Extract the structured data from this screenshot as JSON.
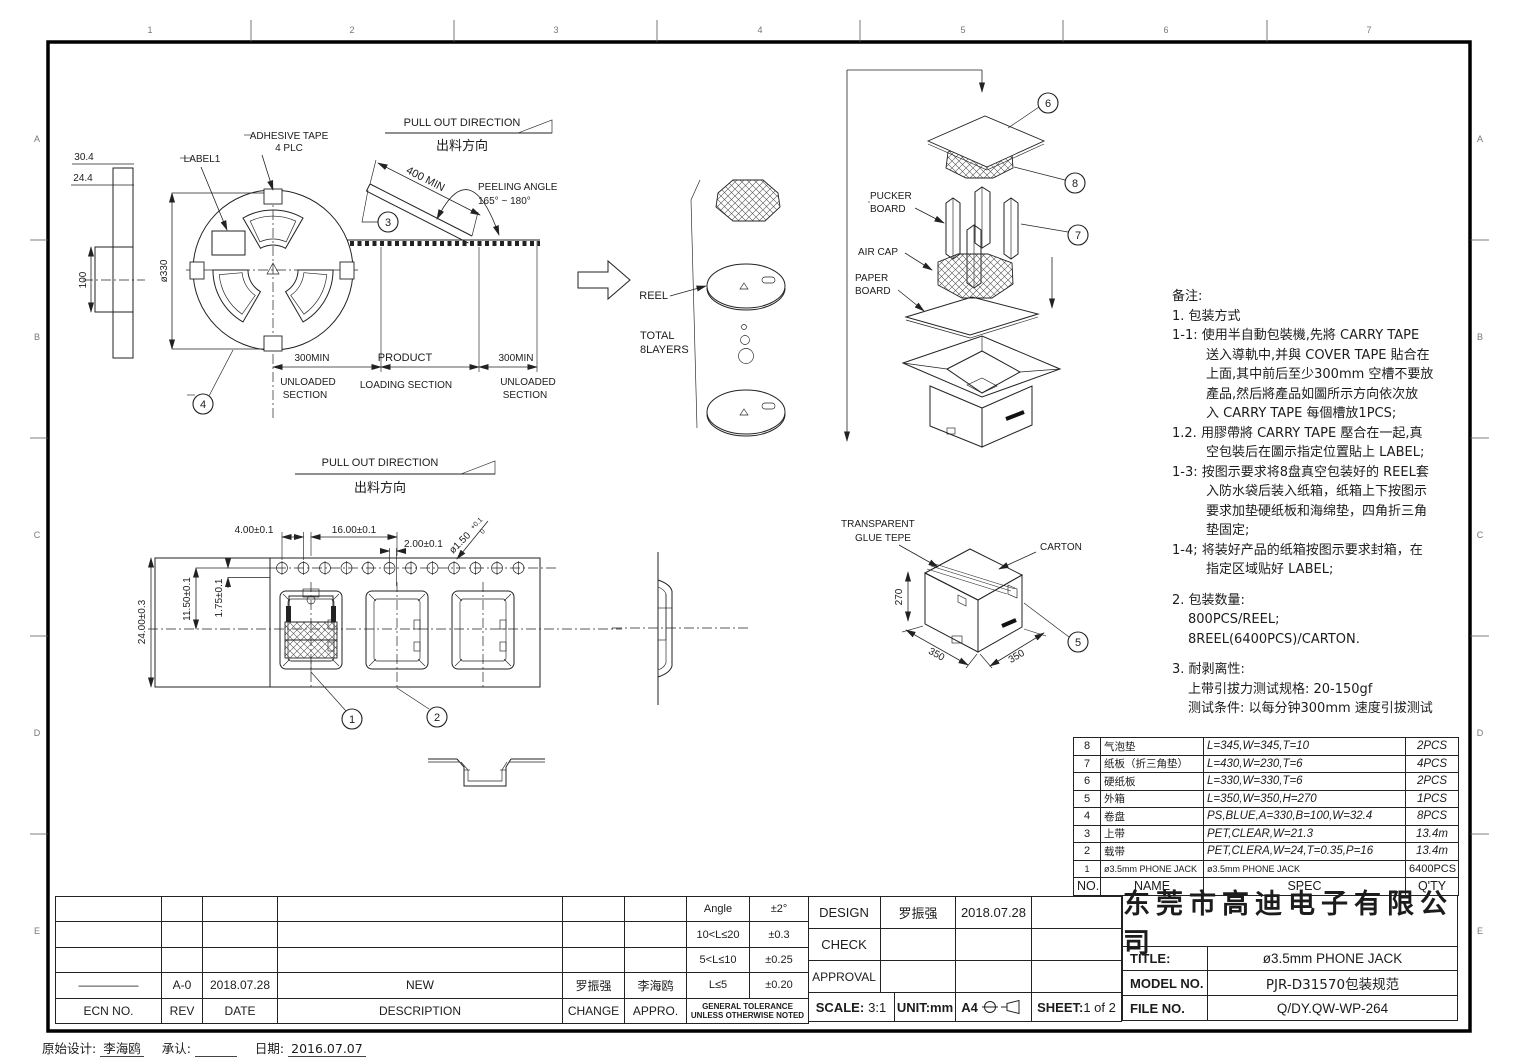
{
  "zones": {
    "top": [
      "1",
      "2",
      "3",
      "4",
      "5",
      "6",
      "7"
    ],
    "side": [
      "A",
      "B",
      "C",
      "D",
      "E"
    ]
  },
  "reel_side": {
    "dim_width_outer": "30.4",
    "dim_width_inner": "24.4",
    "dim_hub": "100"
  },
  "reel_front": {
    "dia": "ø330",
    "label1": "LABEL1",
    "adhesive_l1": "ADHESIVE TAPE",
    "adhesive_l2": "4 PLC"
  },
  "pull_out_top": {
    "en": "PULL OUT DIRECTION",
    "cn": "出料方向"
  },
  "pull_out_mid": {
    "en": "PULL OUT DIRECTION",
    "cn": "出料方向"
  },
  "peel": {
    "dim": "400 MIN",
    "angle_l1": "PEELING ANGLE",
    "angle_l2": "165° ~ 180°"
  },
  "sections": {
    "left_dim": "300MIN",
    "mid_dim": "PRODUCT",
    "right_dim": "300MIN",
    "left_l1": "UNLOADED",
    "left_l2": "SECTION",
    "mid_l": "LOADING SECTION",
    "right_l1": "UNLOADED",
    "right_l2": "SECTION"
  },
  "carrier": {
    "pitch": "4.00±0.1",
    "pocket_pitch": "16.00±0.1",
    "offset": "2.00±0.1",
    "hole_dia": "ø1.50",
    "hole_tol_up": "+0.1",
    "hole_tol_dn": "0",
    "width": "24.00±0.3",
    "center": "11.50±0.1",
    "edge": "1.75±0.1"
  },
  "stack": {
    "reel": "REEL",
    "total_l1": "TOTAL",
    "total_l2": "8LAYERS"
  },
  "exploded": {
    "pucker_l1": "PUCKER",
    "pucker_l2": "BOARD",
    "air_cap": "AIR CAP",
    "paper_l1": "PAPER",
    "paper_l2": "BOARD"
  },
  "carton": {
    "glue_l1": "TRANSPARENT",
    "glue_l2": "GLUE TEPE",
    "carton": "CARTON",
    "height": "270",
    "depth": "350",
    "width": "350"
  },
  "balloons": {
    "b1": "1",
    "b2": "2",
    "b3": "3",
    "b4": "4",
    "b5": "5",
    "b6": "6",
    "b7": "7",
    "b8": "8"
  },
  "notes": {
    "lines": [
      {
        "t": "备注:"
      },
      {
        "t": "1. 包装方式"
      },
      {
        "t": "1-1: 使用半自動包裝機,先將 CARRY TAPE"
      },
      {
        "t": "送入導軌中,并與 COVER TAPE 貼合在"
      },
      {
        "t": "上面,其中前后至少300mm 空槽不要放"
      },
      {
        "t": "產品,然后將產品如圖所示方向依次放"
      },
      {
        "t": "入 CARRY TAPE 每個槽放1PCS;"
      },
      {
        "t": "1.2. 用膠帶將 CARRY TAPE 壓合在一起,真"
      },
      {
        "t": "空包裝后在圖示指定位置貼上 LABEL;"
      },
      {
        "t": "1-3: 按图示要求将8盘真空包装好的 REEL套"
      },
      {
        "t": "入防水袋后装入纸箱，纸箱上下按图示"
      },
      {
        "t": "要求加垫硬纸板和海绵垫，四角折三角"
      },
      {
        "t": "垫固定;"
      },
      {
        "t": "1-4; 将装好产品的纸箱按图示要求封箱，在"
      },
      {
        "t": "指定区域贴好 LABEL;"
      },
      {
        "t": "2. 包装数量:"
      },
      {
        "t": "800PCS/REEL;"
      },
      {
        "t": "8REEL(6400PCS)/CARTON."
      },
      {
        "t": "3. 耐剥离性:"
      },
      {
        "t": "上带引拔力测试规格: 20-150gf"
      },
      {
        "t": "测试条件: 以每分钟300mm 速度引拔测试"
      }
    ]
  },
  "parts_table": {
    "header": {
      "no": "NO.",
      "name": "NAME",
      "spec": "SPEC",
      "qty": "Q'TY"
    },
    "rows": [
      {
        "no": "8",
        "name": "气泡垫",
        "spec": "L=345,W=345,T=10",
        "qty": "2PCS"
      },
      {
        "no": "7",
        "name": "纸板（折三角垫）",
        "spec": "L=430,W=230,T=6",
        "qty": "4PCS"
      },
      {
        "no": "6",
        "name": "硬纸板",
        "spec": "L=330,W=330,T=6",
        "qty": "2PCS"
      },
      {
        "no": "5",
        "name": "外箱",
        "spec": "L=350,W=350,H=270",
        "qty": "1PCS"
      },
      {
        "no": "4",
        "name": "卷盘",
        "spec": "PS,BLUE,A=330,B=100,W=32.4",
        "qty": "8PCS"
      },
      {
        "no": "3",
        "name": "上带",
        "spec": "PET,CLEAR,W=21.3",
        "qty": "13.4m"
      },
      {
        "no": "2",
        "name": "载带",
        "spec": "PET,CLERA,W=24,T=0.35,P=16",
        "qty": "13.4m"
      },
      {
        "no": "1",
        "name": "ø3.5mm PHONE JACK",
        "spec": "ø3.5mm PHONE JACK",
        "qty": "6400PCS"
      }
    ]
  },
  "ecn_table": {
    "header": {
      "ecn": "ECN NO.",
      "rev": "REV",
      "date": "DATE",
      "desc": "DESCRIPTION",
      "change": "CHANGE",
      "appro": "APPRO."
    },
    "row": {
      "ecn": "—————",
      "rev": "A-0",
      "date": "2018.07.28",
      "desc": "NEW",
      "change": "罗振强",
      "appro": "李海鸥"
    },
    "tolerance": {
      "r1l": "Angle",
      "r1v": "±2°",
      "r2l": "10<L≤20",
      "r2v": "±0.3",
      "r3l": "5<L≤10",
      "r3v": "±0.25",
      "r4l": "L≤5",
      "r4v": "±0.20",
      "note_l1": "GENERAL TOLERANCE",
      "note_l2": "UNLESS OTHERWISE NOTED"
    }
  },
  "approval": {
    "design": "DESIGN",
    "check": "CHECK",
    "approval": "APPROVAL",
    "design_name": "罗振强",
    "design_date": "2018.07.28",
    "scale_label": "SCALE:",
    "scale_value": "3:1",
    "unit": "UNIT:mm",
    "paper": "A4",
    "sheet_label": "SHEET:",
    "sheet_value": "1 of 2"
  },
  "title_block": {
    "company": "东莞市高迪电子有限公司",
    "title_label": "TITLE:",
    "title_value": "ø3.5mm PHONE JACK",
    "model_label": "MODEL NO.",
    "model_value": "PJR-D31570包装规范",
    "file_label": "FILE NO.",
    "file_value": "Q/DY.QW-WP-264"
  },
  "footer": {
    "l1": "原始设计:",
    "v1": "李海鸥",
    "l2": "承认:",
    "l3": "日期:",
    "v3": "2016.07.07"
  }
}
